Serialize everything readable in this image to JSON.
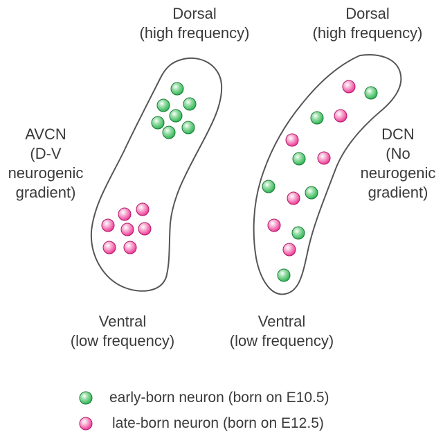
{
  "labels": {
    "avcn_dorsal": [
      "Dorsal",
      "(high frequency)"
    ],
    "dcn_dorsal": [
      "Dorsal",
      "(high frequency)"
    ],
    "avcn_side": [
      "AVCN",
      "(D-V",
      "neurogenic",
      "gradient)"
    ],
    "dcn_side": [
      "DCN",
      "(No",
      "neurogenic",
      "gradient)"
    ],
    "avcn_ventral": [
      "Ventral",
      "(low frequency)"
    ],
    "dcn_ventral": [
      "Ventral",
      "(low frequency)"
    ]
  },
  "legend": {
    "early": "early-born neuron (born on E10.5)",
    "late": "late-born neuron (born on E12.5)"
  },
  "colors": {
    "early_fill": "#22b04a",
    "early_ring": "#1a7a36",
    "late_fill": "#ee2a8f",
    "late_ring": "#b01866",
    "outline": "#555555",
    "text": "#3a3a3a"
  }
}
